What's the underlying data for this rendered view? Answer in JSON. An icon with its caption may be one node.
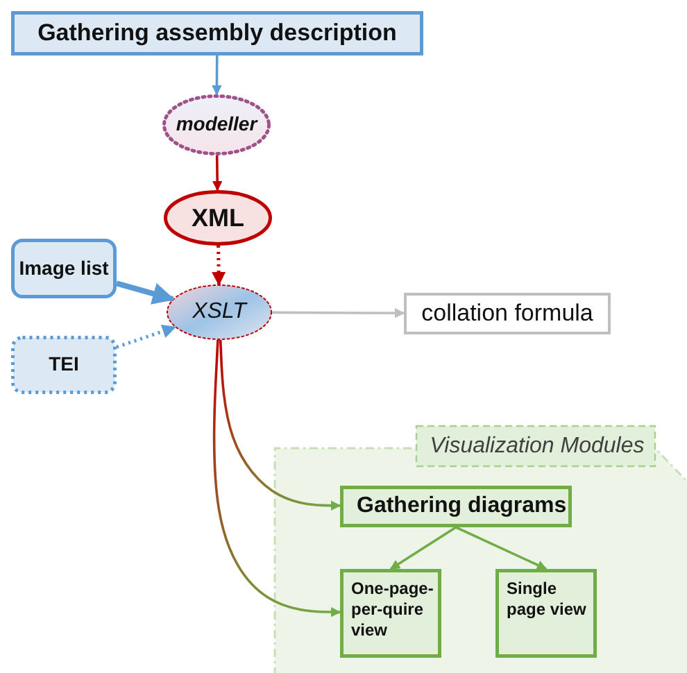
{
  "diagram": {
    "nodes": [
      {
        "text": [
          "Gathering assembly description"
        ]
      },
      {
        "text": [
          "modeller"
        ]
      },
      {
        "text": [
          "XML"
        ]
      },
      {
        "text": [
          "Image list"
        ]
      },
      {
        "text": [
          "TEI"
        ]
      },
      {
        "text": [
          "XSLT"
        ]
      },
      {
        "text": [
          "collation formula"
        ]
      },
      {
        "text": [
          "Visualization Modules"
        ]
      },
      {
        "text": [
          "Gathering diagrams"
        ],
        "in": 7
      },
      {
        "text": [
          "One-page-per-quire view"
        ],
        "in": 7
      },
      {
        "text": [
          "Single page view"
        ],
        "in": 7
      }
    ],
    "edges": [
      {
        "from": 0,
        "to": 1,
        "arrow": "to",
        "color": "#5b9bd5"
      },
      {
        "from": 1,
        "to": 2,
        "arrow": "to",
        "color": "#c00000"
      },
      {
        "from": 2,
        "to": 5,
        "arrow": "to",
        "style": "dashed",
        "color": "#c00000"
      },
      {
        "from": 3,
        "to": 5,
        "arrow": "to",
        "style": "thick",
        "color": "#5b9bd5"
      },
      {
        "from": 4,
        "to": 5,
        "arrow": "to",
        "style": "dashed",
        "color": "#5b9bd5"
      },
      {
        "from": 5,
        "to": 6,
        "arrow": "to",
        "color": "#bfbfbf"
      },
      {
        "from": 5,
        "to": 8,
        "arrow": "to",
        "color": "#c00000"
      },
      {
        "from": 5,
        "to": 9,
        "arrow": "to",
        "color": "#c00000"
      },
      {
        "from": 8,
        "to": 9,
        "arrow": "to",
        "color": "#70ad47"
      },
      {
        "from": 8,
        "to": 10,
        "arrow": "to",
        "color": "#70ad47"
      }
    ]
  }
}
